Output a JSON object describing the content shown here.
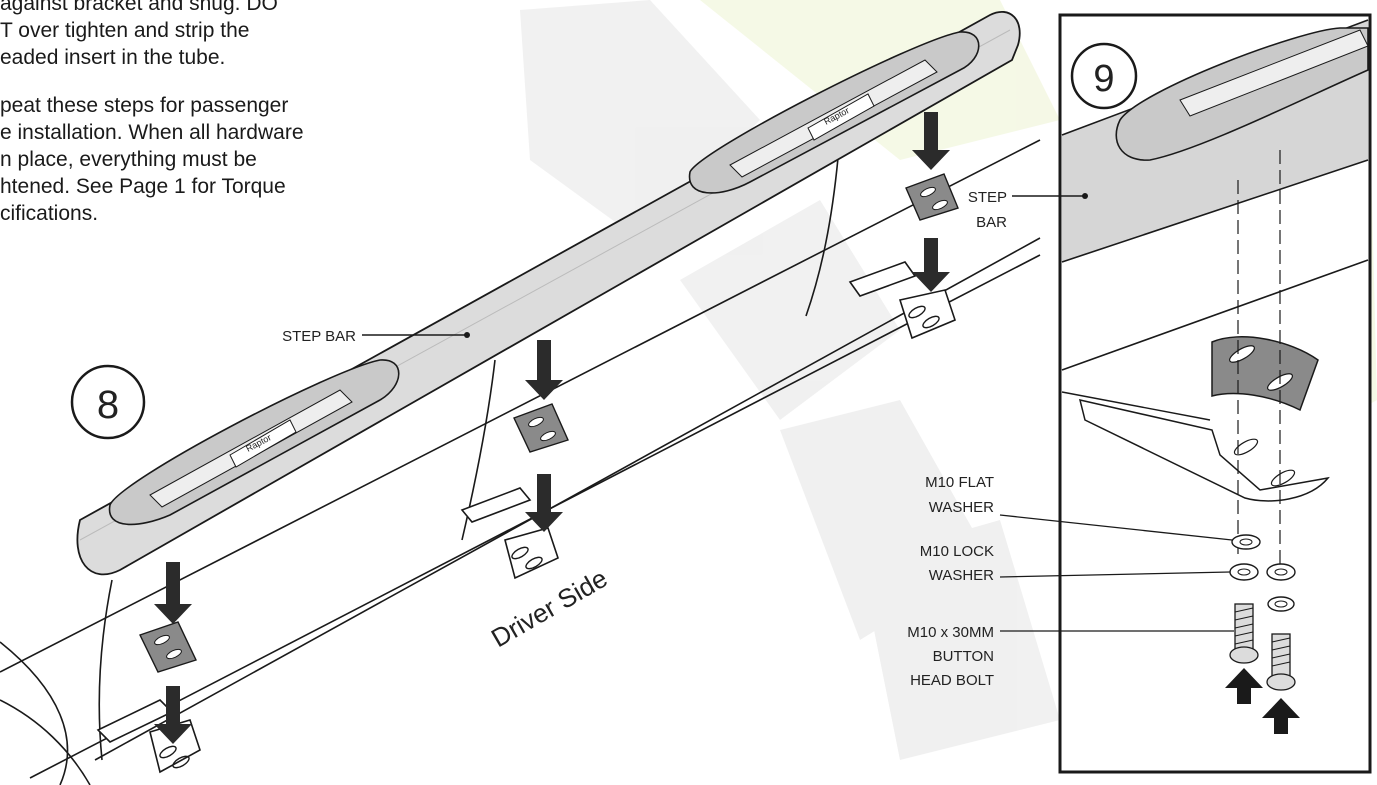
{
  "instructions": {
    "paragraph1": [
      "against bracket and snug. DO",
      "T over tighten and strip the",
      "eaded insert in the tube."
    ],
    "paragraph2": [
      "peat these steps for passenger",
      "e installation. When all hardware",
      "n place, everything must be",
      "htened. See Page 1 for Torque",
      "cifications."
    ]
  },
  "step8": {
    "number": "8",
    "step_bar_label": "STEP BAR",
    "side_label": "Driver Side",
    "logo_text": "Raptor"
  },
  "step9": {
    "number": "9",
    "step_bar_label_line1": "STEP",
    "step_bar_label_line2": "BAR",
    "flat_washer_line1": "M10 FLAT",
    "flat_washer_line2": "WASHER",
    "lock_washer_line1": "M10 LOCK",
    "lock_washer_line2": "WASHER",
    "bolt_line1": "M10 x 30MM",
    "bolt_line2": "BUTTON",
    "bolt_line3": "HEAD BOLT"
  },
  "colors": {
    "bar_fill": "#d9d9d9",
    "line": "#1a1a1a",
    "arrow": "#2b2b2b",
    "watermark": "#ececec"
  }
}
